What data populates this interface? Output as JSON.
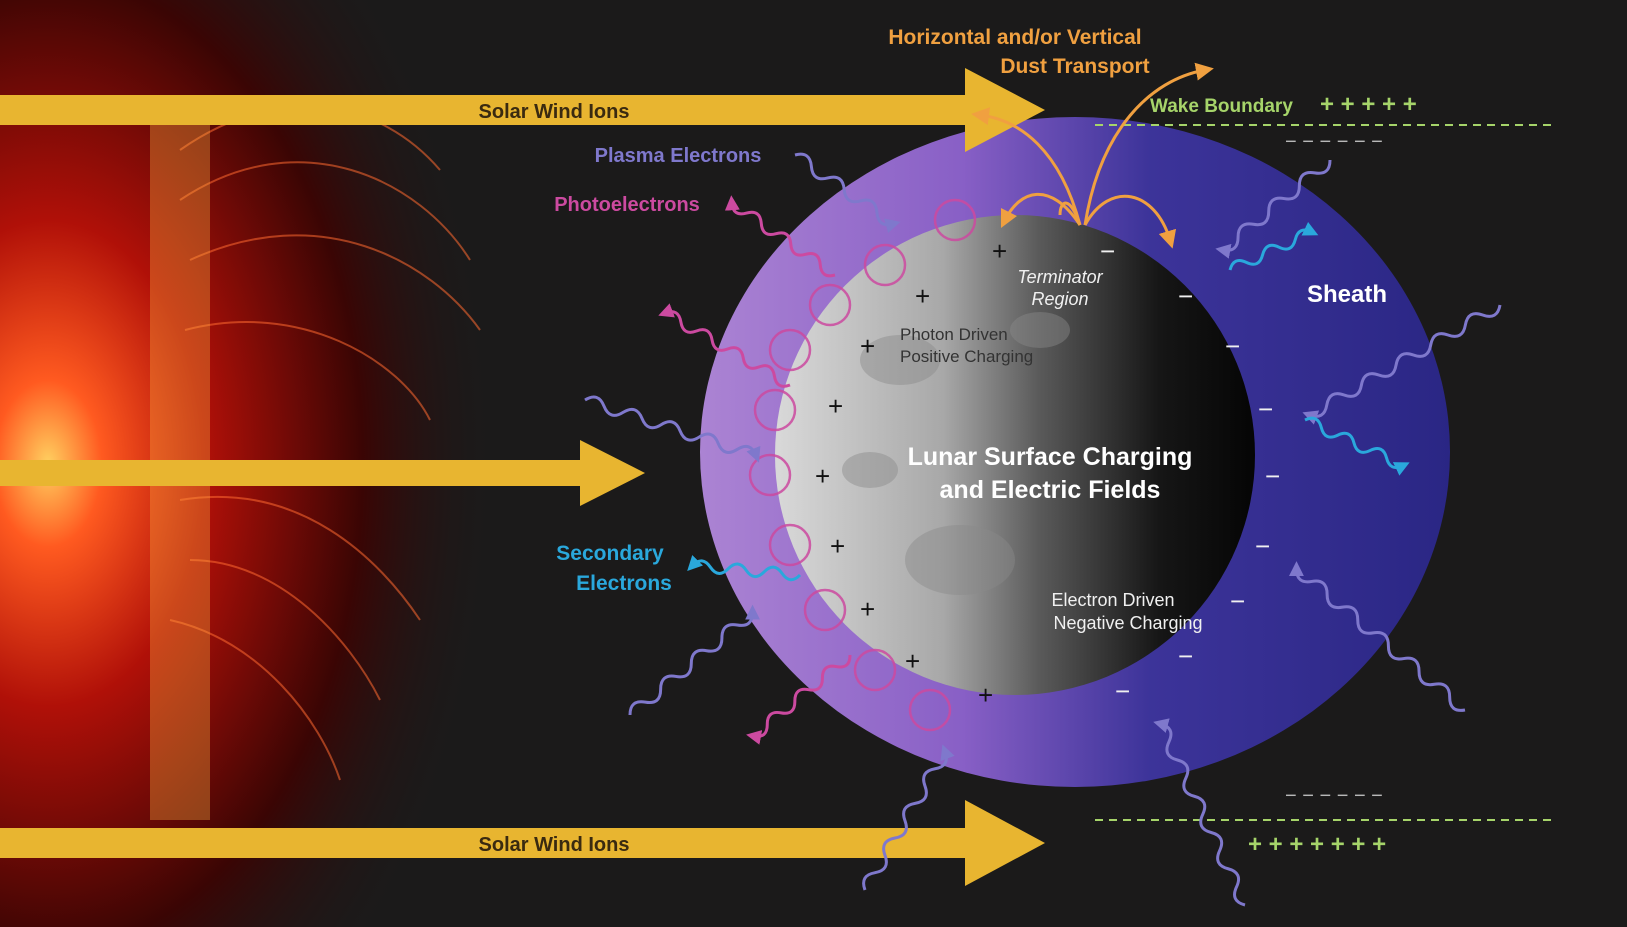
{
  "diagram": {
    "title_line1": "Lunar Surface Charging",
    "title_line2": "and Electric Fields",
    "labels": {
      "solar_wind_top": "Solar Wind Ions",
      "solar_wind_bottom": "Solar Wind Ions",
      "dust_line1": "Horizontal and/or Vertical",
      "dust_line2": "Dust Transport",
      "wake_boundary": "Wake Boundary",
      "plasma_electrons": "Plasma Electrons",
      "photoelectrons": "Photoelectrons",
      "secondary_line1": "Secondary",
      "secondary_line2": "Electrons",
      "sheath": "Sheath",
      "terminator_line1": "Terminator",
      "terminator_line2": "Region",
      "photon_line1": "Photon Driven",
      "photon_line2": "Positive Charging",
      "electron_line1": "Electron Driven",
      "electron_line2": "Negative Charging"
    },
    "colors": {
      "solar_wind": "#e8b530",
      "dust": "#f0a040",
      "wake": "#a6d46a",
      "plasma": "#7f78cc",
      "photo": "#cc4aa0",
      "secondary": "#2aa8dc",
      "sheath_day": "#a77bd8",
      "sheath_night": "#2f2a8c"
    },
    "symbols": {
      "plus": "+",
      "minus": "−",
      "wake_plus": "+ + + + +",
      "wake_minus": "− − − − − −",
      "wake_minus_bottom": "− − − − − −",
      "wake_plus_bottom": "+ + + + + + +"
    }
  }
}
